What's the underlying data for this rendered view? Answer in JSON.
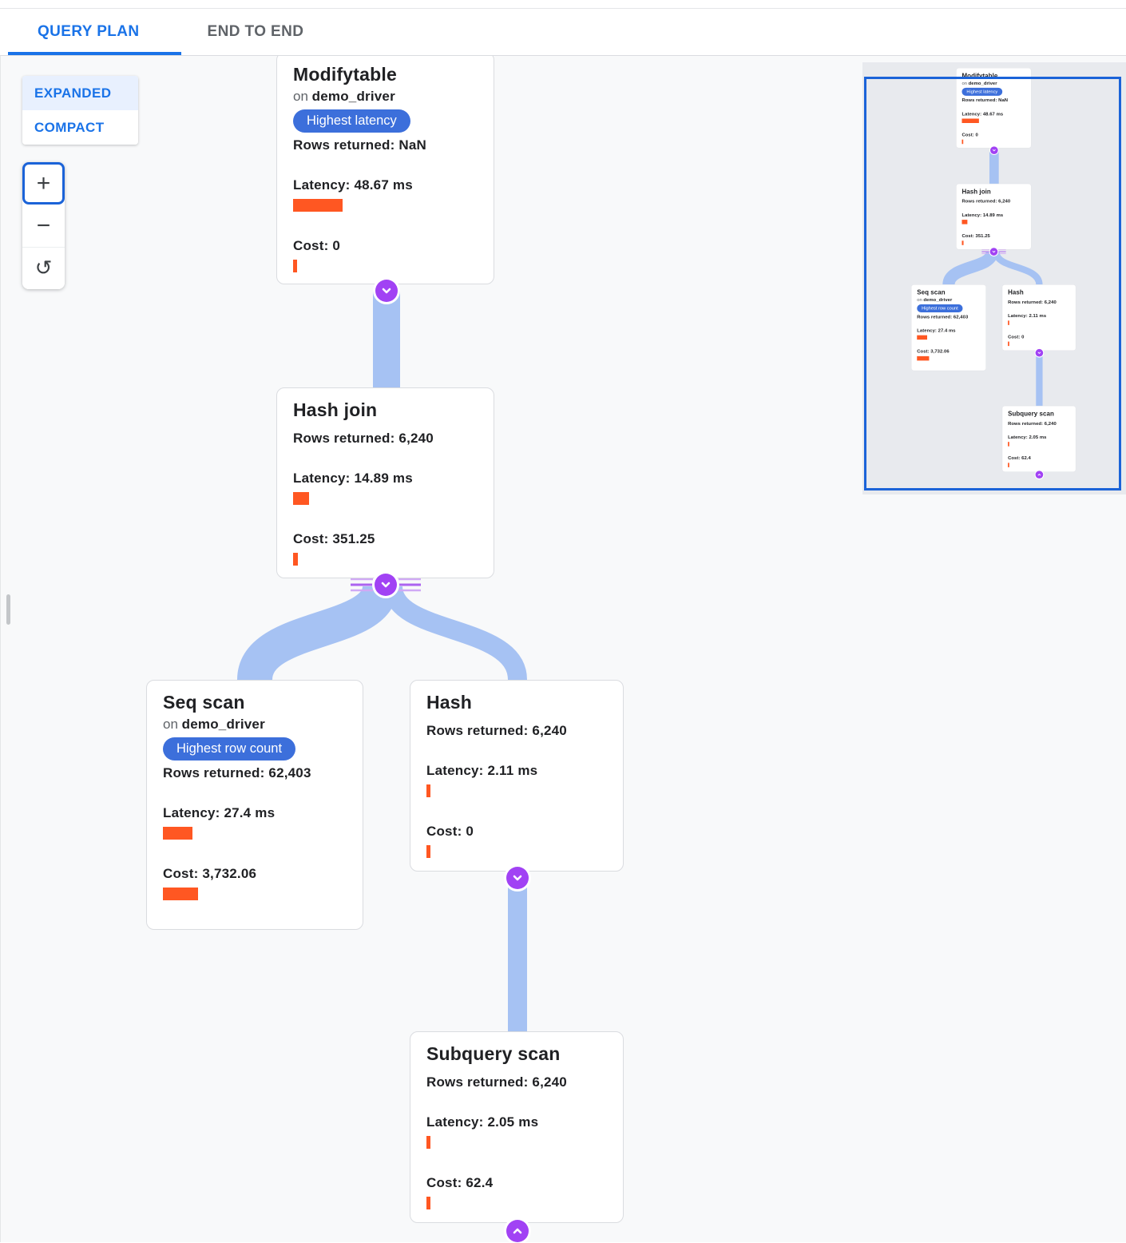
{
  "tabs": {
    "query_plan": "QUERY PLAN",
    "end_to_end": "END TO END"
  },
  "view_toggle": {
    "expanded": "EXPANDED",
    "compact": "COMPACT"
  },
  "zoom_controls": {
    "zoom_in": "+",
    "zoom_out": "−",
    "reset": "↺"
  },
  "labels": {
    "on": "on",
    "rows": "Rows returned:",
    "latency": "Latency:",
    "cost": "Cost:"
  },
  "nodes": {
    "modifytable": {
      "title": "Modifytable",
      "table": "demo_driver",
      "badge": "Highest latency",
      "rows": "NaN",
      "latency": "48.67 ms",
      "cost": "0",
      "latency_bar": 62,
      "cost_bar": 5
    },
    "hash_join": {
      "title": "Hash join",
      "rows": "6,240",
      "latency": "14.89 ms",
      "cost": "351.25",
      "latency_bar": 20,
      "cost_bar": 6
    },
    "seq_scan": {
      "title": "Seq scan",
      "table": "demo_driver",
      "badge": "Highest row count",
      "rows": "62,403",
      "latency": "27.4 ms",
      "cost": "3,732.06",
      "latency_bar": 37,
      "cost_bar": 44
    },
    "hash": {
      "title": "Hash",
      "rows": "6,240",
      "latency": "2.11 ms",
      "cost": "0",
      "latency_bar": 5,
      "cost_bar": 5
    },
    "subquery_scan": {
      "title": "Subquery scan",
      "rows": "6,240",
      "latency": "2.05 ms",
      "cost": "62.4",
      "latency_bar": 5,
      "cost_bar": 5
    }
  },
  "colors": {
    "tab_active": "#1a73e8",
    "badge_blue": "#3c6fdb",
    "metric_bar_orange": "#ff5722",
    "edge_blue": "#a6c2f3",
    "expand_purple": "#a142f4",
    "minimap_viewport_blue": "#1b63d8",
    "canvas_background": "#f8f9fa"
  }
}
